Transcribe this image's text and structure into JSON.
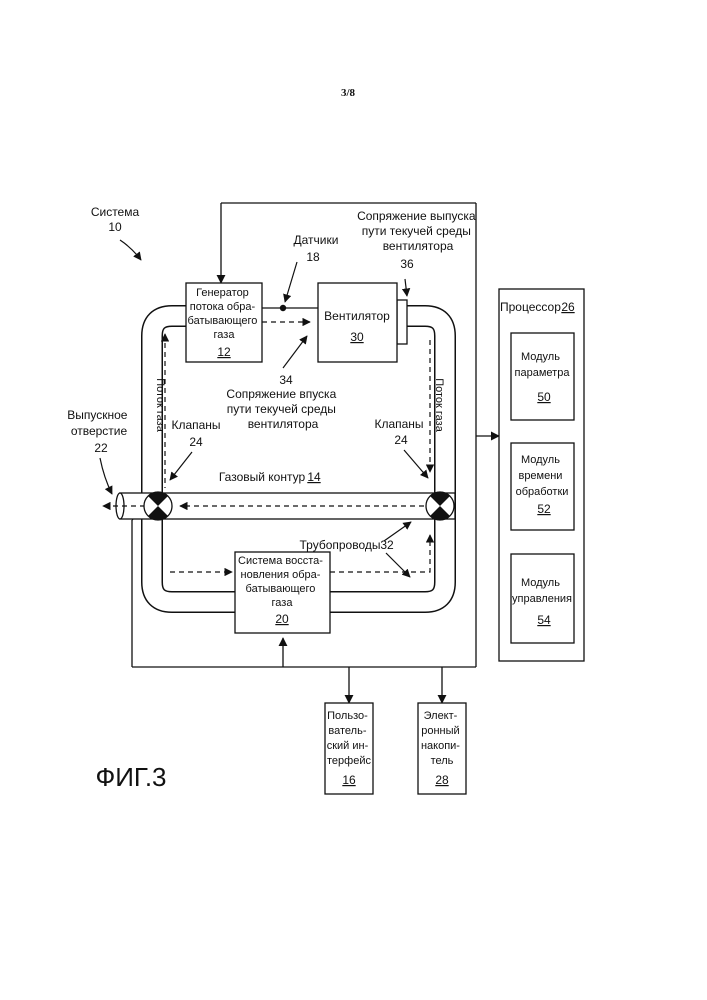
{
  "page_number": "3/8",
  "figure_label": "ФИГ.3",
  "system": {
    "label": "Система",
    "num": "10"
  },
  "sensors": {
    "label": "Датчики",
    "num": "18"
  },
  "outlet_interface": {
    "lines": [
      "Сопряжение выпуска",
      "пути текучей среды",
      "вентилятора"
    ],
    "num": "36"
  },
  "generator": {
    "lines": [
      "Генератор",
      "потока обра-",
      "батывающего",
      "газа"
    ],
    "num": "12"
  },
  "fan": {
    "label": "Вентилятор",
    "num": "30"
  },
  "inlet_interface": {
    "num": "34",
    "lines": [
      "Сопряжение впуска",
      "пути текучей среды",
      "вентилятора"
    ]
  },
  "flow_left": "Поток газа",
  "flow_right": "Поток газа",
  "exhaust": {
    "lines": [
      "Выпускное",
      "отверстие"
    ],
    "num": "22"
  },
  "valves_left": {
    "label": "Клапаны",
    "num": "24"
  },
  "valves_right": {
    "label": "Клапаны",
    "num": "24"
  },
  "gas_circuit": {
    "label": "Газовый контур",
    "num": "14"
  },
  "pipes": {
    "label": "Трубопроводы",
    "num": "32"
  },
  "recovery": {
    "lines": [
      "Система восста-",
      "новления обра-",
      "батывающего",
      "газа"
    ],
    "num": "20"
  },
  "processor": {
    "label": "Процессор",
    "num": "26"
  },
  "module_param": {
    "lines": [
      "Модуль",
      "параметра"
    ],
    "num": "50"
  },
  "module_time": {
    "lines": [
      "Модуль",
      "времени",
      "обработки"
    ],
    "num": "52"
  },
  "module_control": {
    "lines": [
      "Модуль",
      "управления"
    ],
    "num": "54"
  },
  "user_interface": {
    "lines": [
      "Пользо-",
      "ватель-",
      "ский ин-",
      "терфейс"
    ],
    "num": "16"
  },
  "storage": {
    "lines": [
      "Элект-",
      "ронный",
      "накопи-",
      "тель"
    ],
    "num": "28"
  }
}
